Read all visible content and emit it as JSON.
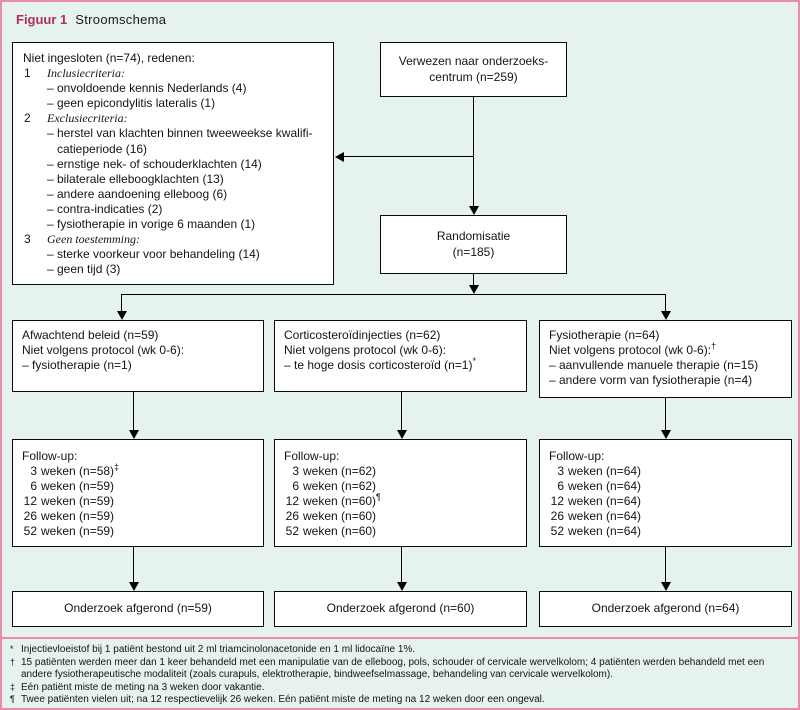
{
  "title": {
    "label": "Figuur 1",
    "text": "Stroomschema"
  },
  "colors": {
    "background": "#e5f2ed",
    "frame_pink": "#e98ba9",
    "title_red": "#b03055",
    "box_border": "#0a0a0a",
    "box_fill": "#ffffff"
  },
  "referred_box": {
    "lines": [
      "Verwezen naar onderzoeks-",
      "centrum (n=259)"
    ]
  },
  "not_included_box": {
    "heading": "Niet ingesloten (n=74), redenen:",
    "groups": [
      {
        "num": "1",
        "label": "Inclusiecriteria:",
        "lines": [
          "– onvoldoende kennis Nederlands (4)",
          "– geen epicondylitis lateralis (1)"
        ]
      },
      {
        "num": "2",
        "label": "Exclusiecriteria:",
        "lines": [
          "– herstel van klachten binnen tweeweekse kwalifi-",
          "catieperiode (16)",
          "– ernstige nek- of schouderklachten (14)",
          "– bilaterale elleboogklachten (13)",
          "– andere aandoening elleboog (6)",
          "– contra-indicaties (2)",
          "– fysiotherapie in vorige 6 maanden (1)"
        ]
      },
      {
        "num": "3",
        "label": "Geen toestemming:",
        "lines": [
          "– sterke voorkeur voor behandeling (14)",
          "– geen tijd (3)"
        ]
      }
    ]
  },
  "randomisation_box": {
    "lines": [
      "Randomisatie",
      "(n=185)"
    ]
  },
  "arms": [
    {
      "box_lines": [
        {
          "text": "Afwachtend beleid (n=59)",
          "sup": ""
        },
        {
          "text": "Niet volgens protocol (wk 0-6):",
          "sup": ""
        },
        {
          "text": "– fysiotherapie (n=1)",
          "sup": ""
        }
      ],
      "followup": {
        "heading": "Follow-up:",
        "rows": [
          {
            "n": "3",
            "text": "weken (n=58)",
            "sup": "‡"
          },
          {
            "n": "6",
            "text": "weken (n=59)",
            "sup": ""
          },
          {
            "n": "12",
            "text": "weken (n=59)",
            "sup": ""
          },
          {
            "n": "26",
            "text": "weken (n=59)",
            "sup": ""
          },
          {
            "n": "52",
            "text": "weken (n=59)",
            "sup": ""
          }
        ]
      },
      "final": "Onderzoek afgerond (n=59)"
    },
    {
      "box_lines": [
        {
          "text": "Corticosteroïdinjecties (n=62)",
          "sup": ""
        },
        {
          "text": "Niet volgens protocol (wk 0-6):",
          "sup": ""
        },
        {
          "text": "– te hoge dosis corticosteroïd (n=1)",
          "sup": "*"
        }
      ],
      "followup": {
        "heading": "Follow-up:",
        "rows": [
          {
            "n": "3",
            "text": "weken (n=62)",
            "sup": ""
          },
          {
            "n": "6",
            "text": "weken (n=62)",
            "sup": ""
          },
          {
            "n": "12",
            "text": "weken (n=60)",
            "sup": "¶"
          },
          {
            "n": "26",
            "text": "weken (n=60)",
            "sup": ""
          },
          {
            "n": "52",
            "text": "weken (n=60)",
            "sup": ""
          }
        ]
      },
      "final": "Onderzoek afgerond (n=60)"
    },
    {
      "box_lines": [
        {
          "text": "Fysiotherapie (n=64)",
          "sup": ""
        },
        {
          "text": "Niet volgens protocol (wk 0-6):",
          "sup": "†"
        },
        {
          "text": "– aanvullende manuele therapie (n=15)",
          "sup": ""
        },
        {
          "text": "– andere vorm van fysiotherapie (n=4)",
          "sup": ""
        }
      ],
      "followup": {
        "heading": "Follow-up:",
        "rows": [
          {
            "n": "3",
            "text": "weken (n=64)",
            "sup": ""
          },
          {
            "n": "6",
            "text": "weken (n=64)",
            "sup": ""
          },
          {
            "n": "12",
            "text": "weken (n=64)",
            "sup": ""
          },
          {
            "n": "26",
            "text": "weken (n=64)",
            "sup": ""
          },
          {
            "n": "52",
            "text": "weken (n=64)",
            "sup": ""
          }
        ]
      },
      "final": "Onderzoek afgerond (n=64)"
    }
  ],
  "footnotes": [
    {
      "sym": "*",
      "text": "Injectievloeistof bij 1 patiënt bestond uit 2 ml triamcinolonacetonide en 1 ml lidocaïne 1%."
    },
    {
      "sym": "†",
      "text": "15 patiënten werden meer dan 1 keer behandeld met een manipulatie van de elleboog, pols, schouder of cervicale wervelkolom; 4 patiënten werden behandeld met een andere fysiotherapeutische modaliteit (zoals curapuls, elektrotherapie, bindweefselmassage, behandeling van cervicale wervelkolom)."
    },
    {
      "sym": "‡",
      "text": "Eén patiënt miste de meting na 3 weken door vakantie."
    },
    {
      "sym": "¶",
      "text": "Twee patiënten vielen uit; na 12 respectievelijk 26 weken. Eén patiënt miste de meting na 12 weken door een ongeval."
    }
  ]
}
